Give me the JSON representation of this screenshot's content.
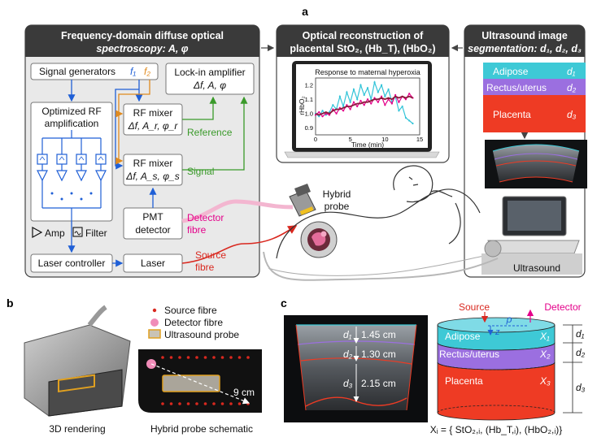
{
  "panel_letters": {
    "a": "a",
    "b": "b",
    "c": "c"
  },
  "panel_a": {
    "fd_dos": {
      "title_line1": "Frequency-domain diffuse optical",
      "title_line2": "spectroscopy: A, φ"
    },
    "optical_recon": {
      "title_line1": "Optical reconstruction of",
      "title_line2": "placental StO₂, (Hb_T), (HbO₂)"
    },
    "us_seg": {
      "title_line1": "Ultrasound image",
      "title_line2": "segmentation: d₁, d₂, d₃"
    },
    "signal_generators": {
      "label": "Signal generators",
      "f1": "f₁",
      "f2": "f₂"
    },
    "lockin": {
      "line1": "Lock-in amplifier",
      "line2": "Δf, A, φ"
    },
    "rf_amp": {
      "line1": "Optimized RF",
      "line2": "amplification"
    },
    "rf_mixer_ref": {
      "line1": "RF mixer",
      "line2": "Δf, A_r, φ_r"
    },
    "rf_mixer_sig": {
      "line1": "RF mixer",
      "line2": "Δf, A_s, φ_s"
    },
    "reference_label": "Reference",
    "signal_label": "Signal",
    "amp_legend": "Amp",
    "filter_legend": "Filter",
    "pmt": {
      "line1": "PMT",
      "line2": "detector"
    },
    "laser_controller": "Laser controller",
    "laser": "Laser",
    "detector_fibre": {
      "line1": "Detector",
      "line2": "fibre"
    },
    "source_fibre": {
      "line1": "Source",
      "line2": "fibre"
    },
    "hybrid_probe": {
      "line1": "Hybrid",
      "line2": "probe"
    },
    "ultrasound_label": "Ultrasound",
    "segmentation_layers": [
      {
        "name": "Adipose",
        "tag": "d₁",
        "color": "#3ec9d6"
      },
      {
        "name": "Rectus/uterus",
        "tag": "d₂",
        "color": "#9b6fe0"
      },
      {
        "name": "Placenta",
        "tag": "d₃",
        "color": "#ee3b24"
      }
    ],
    "colors": {
      "dark_panel": "#3a3a3a",
      "light_panel": "#e9e9e9",
      "blue": "#1f5fd6",
      "orange": "#e08a1e",
      "green": "#3a9a2a",
      "pink": "#e8579a",
      "red": "#d9281f"
    }
  },
  "chart_data": {
    "type": "line",
    "title": "Response to maternal hyperoxia",
    "xlabel": "Time (min)",
    "ylabel": "rHbO₂",
    "xlim": [
      0,
      15
    ],
    "ylim": [
      0.85,
      1.25
    ],
    "xticks": [
      "0",
      "5",
      "10",
      "15"
    ],
    "yticks": [
      "0.9",
      "1.0",
      "1.1",
      "1.2"
    ],
    "series": [
      {
        "color": "#33c4d8",
        "x": [
          0,
          0.5,
          1,
          1.5,
          2,
          2.5,
          3,
          3.5,
          4,
          4.5,
          5,
          5.5,
          6,
          6.5,
          7,
          7.5,
          8,
          8.5,
          9,
          9.5,
          10,
          10.5,
          11,
          11.5,
          12,
          12.5,
          13,
          13.5,
          14
        ],
        "y": [
          1.0,
          0.98,
          1.02,
          0.99,
          1.01,
          1.06,
          1.03,
          1.12,
          1.05,
          1.15,
          1.08,
          1.17,
          1.1,
          1.2,
          1.13,
          1.18,
          1.1,
          1.22,
          1.15,
          1.2,
          1.12,
          1.17,
          1.08,
          1.12,
          1.02,
          1.05,
          0.97,
          0.95,
          0.93
        ]
      },
      {
        "color": "#e4008a",
        "x": [
          0,
          0.5,
          1,
          1.5,
          2,
          2.5,
          3,
          3.5,
          4,
          4.5,
          5,
          5.5,
          6,
          6.5,
          7,
          7.5,
          8,
          8.5,
          9,
          9.5,
          10,
          10.5,
          11,
          11.5,
          12,
          12.5,
          13,
          13.5,
          14
        ],
        "y": [
          0.99,
          1.01,
          0.98,
          1.0,
          0.99,
          1.03,
          1.0,
          1.04,
          1.02,
          1.06,
          1.03,
          1.08,
          1.05,
          1.09,
          1.06,
          1.1,
          1.07,
          1.11,
          1.08,
          1.12,
          1.06,
          1.1,
          1.07,
          1.13,
          1.08,
          1.12,
          1.1,
          1.14,
          1.11
        ]
      },
      {
        "color": "#8b1a3a",
        "x": [
          0,
          0.5,
          1,
          1.5,
          2,
          2.5,
          3,
          3.5,
          4,
          4.5,
          5,
          5.5,
          6,
          6.5,
          7,
          7.5,
          8,
          8.5,
          9,
          9.5,
          10,
          10.5,
          11,
          11.5,
          12,
          12.5,
          13,
          13.5,
          14
        ],
        "y": [
          1.0,
          0.99,
          1.0,
          1.01,
          1.0,
          1.02,
          1.03,
          1.03,
          1.04,
          1.05,
          1.05,
          1.06,
          1.07,
          1.07,
          1.08,
          1.08,
          1.09,
          1.1,
          1.1,
          1.11,
          1.1,
          1.11,
          1.1,
          1.12,
          1.11,
          1.12,
          1.11,
          1.12,
          1.11
        ]
      }
    ]
  },
  "panel_b": {
    "legend": [
      {
        "label": "Source fibre",
        "color": "#d9281f"
      },
      {
        "label": "Detector fibre",
        "color": "#e8579a"
      },
      {
        "label": "Ultrasound probe",
        "color": "#c9c3b6"
      }
    ],
    "distance_label": "9 cm",
    "caption_3d": "3D rendering",
    "caption_schematic": "Hybrid probe schematic"
  },
  "panel_c": {
    "us_image_layers": [
      {
        "tag": "d₁",
        "value": "1.45 cm",
        "color": "#3ec9d6"
      },
      {
        "tag": "d₂",
        "value": "1.30 cm",
        "color": "#9b6fe0"
      },
      {
        "tag": "d₃",
        "value": "2.15 cm",
        "color": "#ee3b24"
      }
    ],
    "model_layers": [
      {
        "name": "Adipose",
        "x": "X₁",
        "d": "d₁"
      },
      {
        "name": "Rectus/uterus",
        "x": "X₂",
        "d": "d₂"
      },
      {
        "name": "Placenta",
        "x": "X₃",
        "d": "d₃"
      }
    ],
    "source_label": "Source",
    "detector_label": "Detector",
    "rho": "ρ",
    "z": "z",
    "formula": "Xᵢ = { StO₂,ᵢ, (Hb_T,ᵢ), (HbO₂,ᵢ)}"
  }
}
